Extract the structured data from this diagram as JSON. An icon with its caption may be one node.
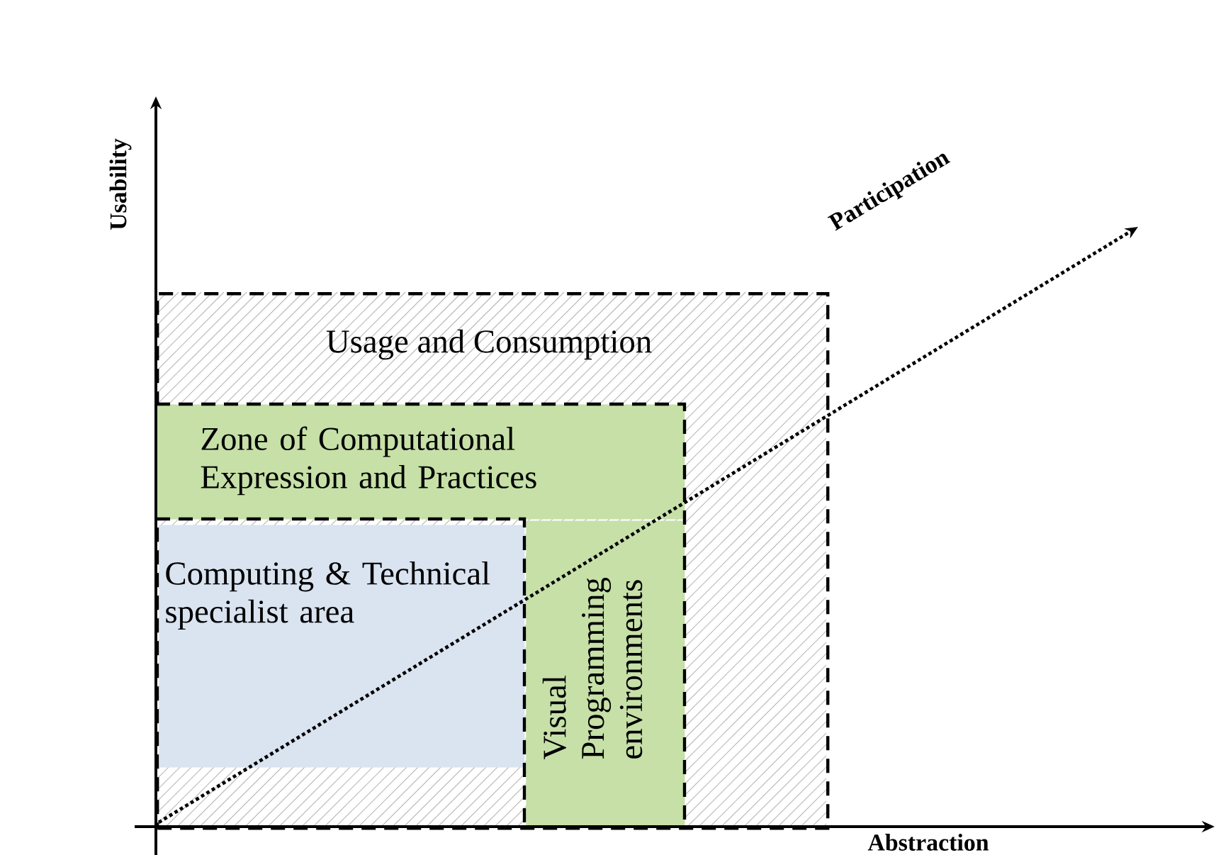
{
  "diagram": {
    "nodes": [
      {
        "text": [
          "Usage and Consumption"
        ]
      },
      {
        "text": [
          "Zone of Computational Expression and Practices"
        ],
        "in": 0
      },
      {
        "text": [
          "Computing & Technical specialist area"
        ],
        "in": 0
      },
      {
        "text": [
          "Visual Programming environments"
        ],
        "in": 0
      }
    ],
    "labels": [
      "Usability",
      "Participation",
      "Abstraction"
    ]
  }
}
